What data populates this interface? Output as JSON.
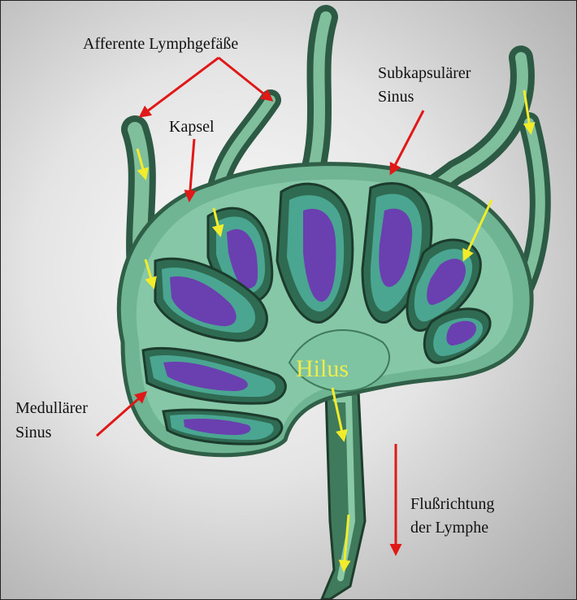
{
  "labels": {
    "afferent": "Afferente Lymphgefäße",
    "capsule": "Kapsel",
    "subcapsular_line1": "Subkapsulärer",
    "subcapsular_line2": "Sinus",
    "medullary_line1": "Medullärer",
    "medullary_line2": "Sinus",
    "hilus": "Hilus",
    "flow_line1": "Flußrichtung",
    "flow_line2": "der Lymphe"
  },
  "colors": {
    "capsule": "#6fb593",
    "capsule_dark": "#2f5f46",
    "sinus": "#4aa691",
    "follicle": "#6a3fb0",
    "label_arrow": "#e01818",
    "flow_arrow": "#f2ec2a",
    "hilus_text": "#f2ec4a"
  }
}
